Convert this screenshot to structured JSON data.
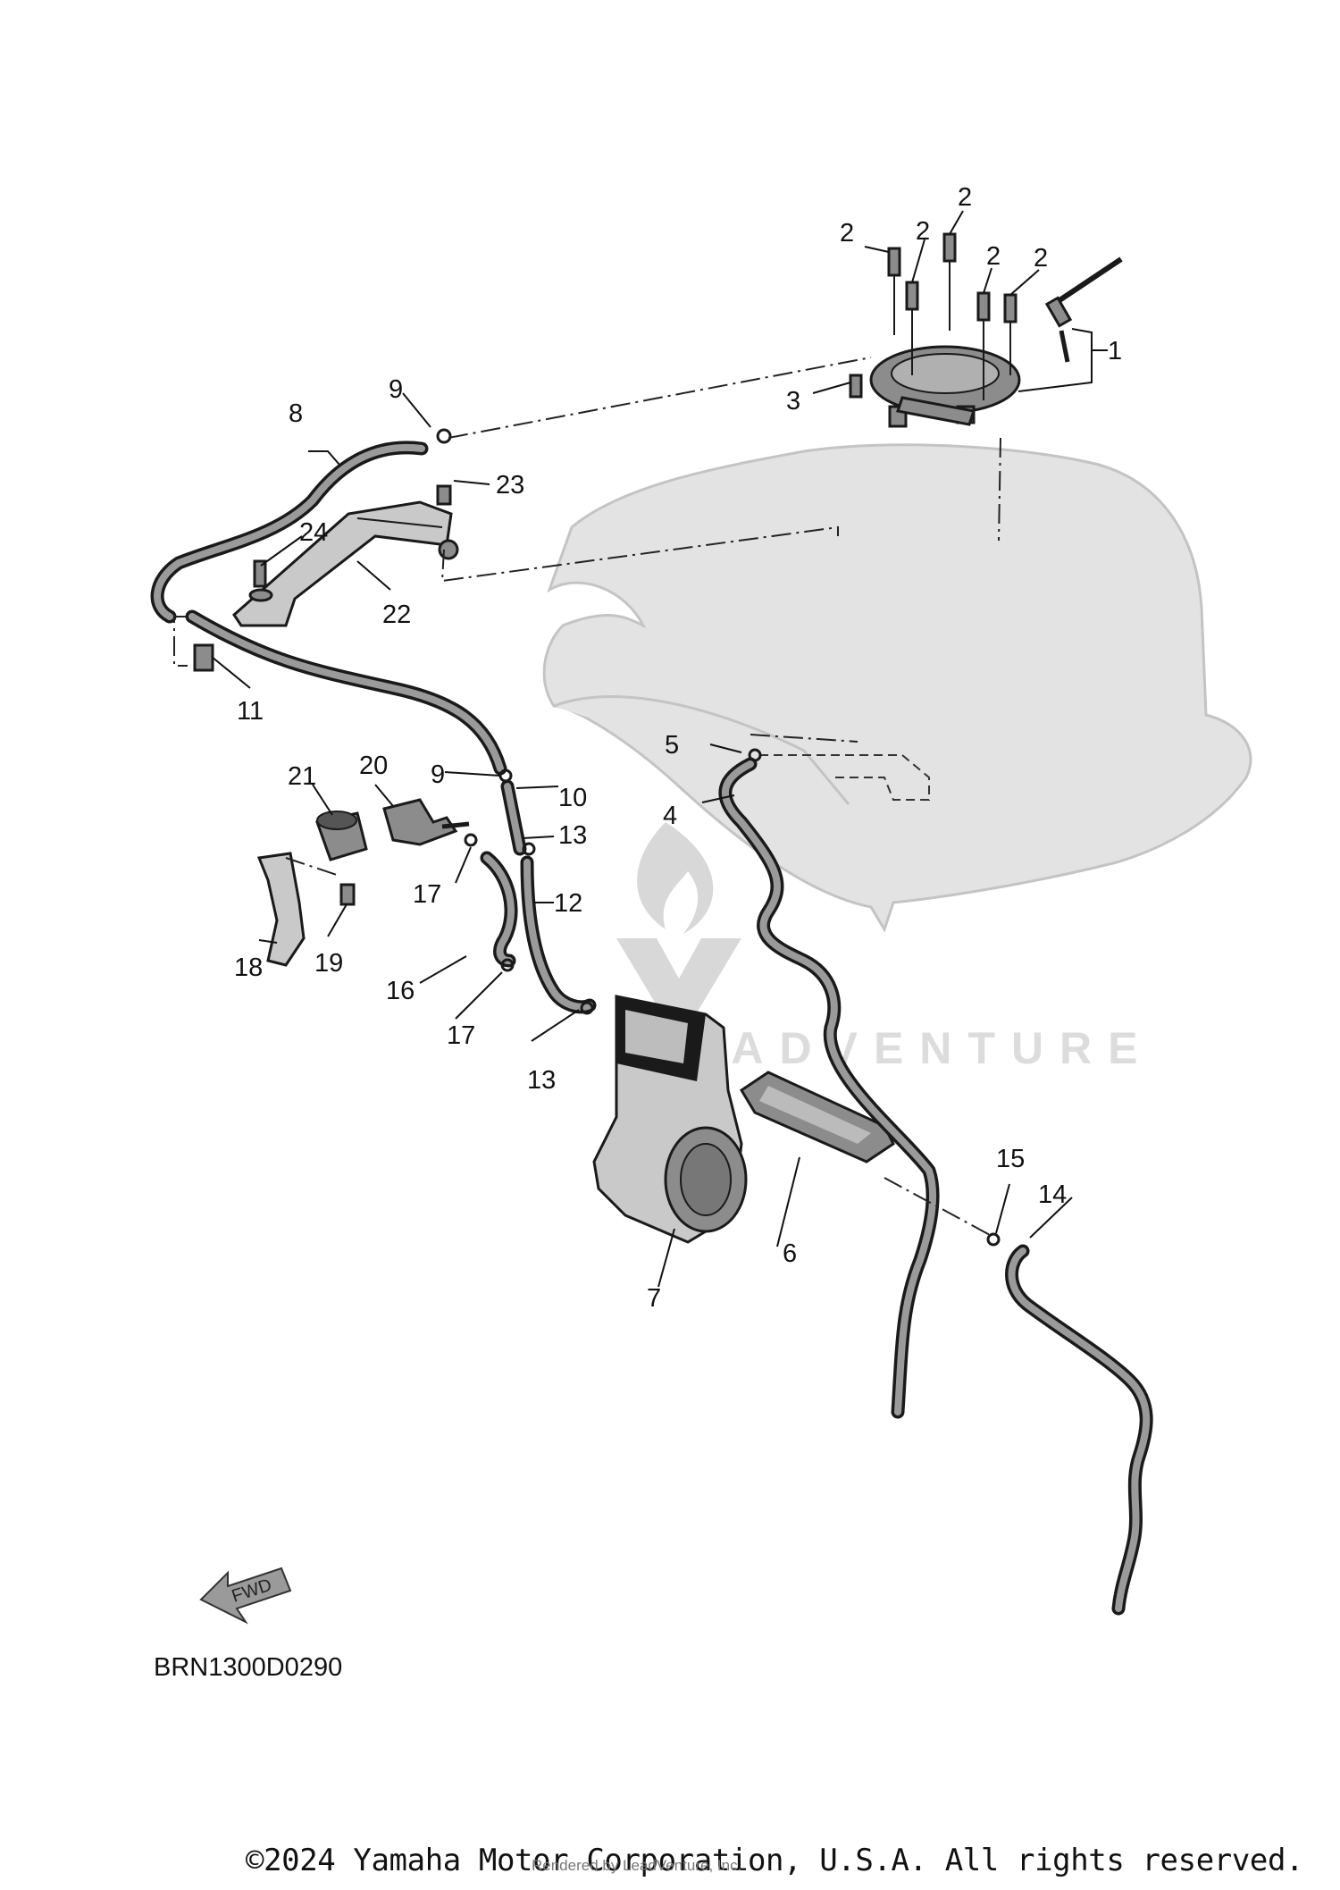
{
  "diagram": {
    "code": "BRN1300D0290",
    "copyright": "©2024 Yamaha Motor Corporation, U.S.A. All rights reserved.",
    "rendered_by": "Rendered by LeadVenture, Inc.",
    "watermark": "LEADVENTURE",
    "fwd_label": "FWD"
  },
  "callouts": {
    "c1": "1",
    "c2a": "2",
    "c2b": "2",
    "c2c": "2",
    "c2d": "2",
    "c2e": "2",
    "c3": "3",
    "c4": "4",
    "c5": "5",
    "c6": "6",
    "c7": "7",
    "c8": "8",
    "c9a": "9",
    "c9b": "9",
    "c10": "10",
    "c11": "11",
    "c12": "12",
    "c13a": "13",
    "c13b": "13",
    "c14": "14",
    "c15": "15",
    "c16": "16",
    "c17a": "17",
    "c17b": "17",
    "c18": "18",
    "c19": "19",
    "c20": "20",
    "c21": "21",
    "c22": "22",
    "c23": "23",
    "c24": "24"
  },
  "colors": {
    "line": "#111111",
    "tank": "#e3e3e3",
    "part": "#8c8c8c"
  }
}
